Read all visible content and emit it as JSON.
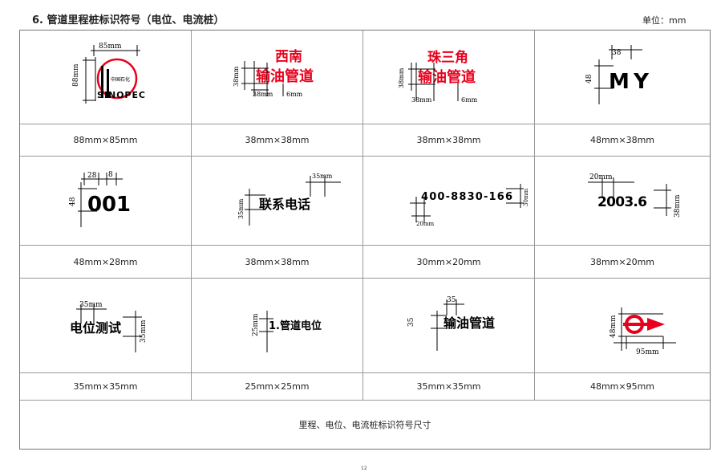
{
  "header": {
    "title": "6. 管道里程桩标识符号（电位、电流桩）",
    "unit": "单位：mm"
  },
  "rows": [
    {
      "symbols": [
        {
          "dims": [
            "85mm",
            "88mm"
          ],
          "logo_text": [
            "中国石化",
            "SINOPEC"
          ],
          "caption": "88mm×85mm"
        },
        {
          "text_top": "西南",
          "text_main": "输油管道",
          "dims": [
            "38mm",
            "38mm",
            "6mm"
          ],
          "caption": "38mm×38mm"
        },
        {
          "text_top": "珠三角",
          "text_main": "输油管道",
          "dims": [
            "38mm",
            "38mm",
            "6mm"
          ],
          "caption": "38mm×38mm"
        },
        {
          "text_main": "MY",
          "dims": [
            "38",
            "48"
          ],
          "caption": "48mm×38mm"
        }
      ]
    },
    {
      "symbols": [
        {
          "text_main": "001",
          "dims": [
            "28",
            "8",
            "48"
          ],
          "caption": "48mm×28mm"
        },
        {
          "text_main": "联系电话",
          "dims": [
            "35mm",
            "35mm"
          ],
          "caption": "38mm×38mm"
        },
        {
          "text_main": "400-8830-166",
          "dims": [
            "30mm",
            "20mm"
          ],
          "caption": "30mm×20mm"
        },
        {
          "text_main": "2003.6",
          "dims": [
            "20mm",
            "38mm"
          ],
          "caption": "38mm×20mm"
        }
      ]
    },
    {
      "symbols": [
        {
          "text_main": "电位测试",
          "dims": [
            "35mm",
            "35mm"
          ],
          "caption": "35mm×35mm"
        },
        {
          "text_main": "1.管道电位",
          "dims": [
            "25mm"
          ],
          "caption": "25mm×25mm"
        },
        {
          "text_main": "输油管道",
          "dims": [
            "35",
            "35"
          ],
          "caption": "35mm×35mm"
        },
        {
          "dims": [
            "48mm",
            "95mm"
          ],
          "caption": "48mm×95mm"
        }
      ]
    }
  ],
  "table_caption": "里程、电位、电流桩标识符号尺寸",
  "page_number": "12",
  "colors": {
    "red": "#e8001c",
    "text": "#222222",
    "border": "#999999"
  }
}
